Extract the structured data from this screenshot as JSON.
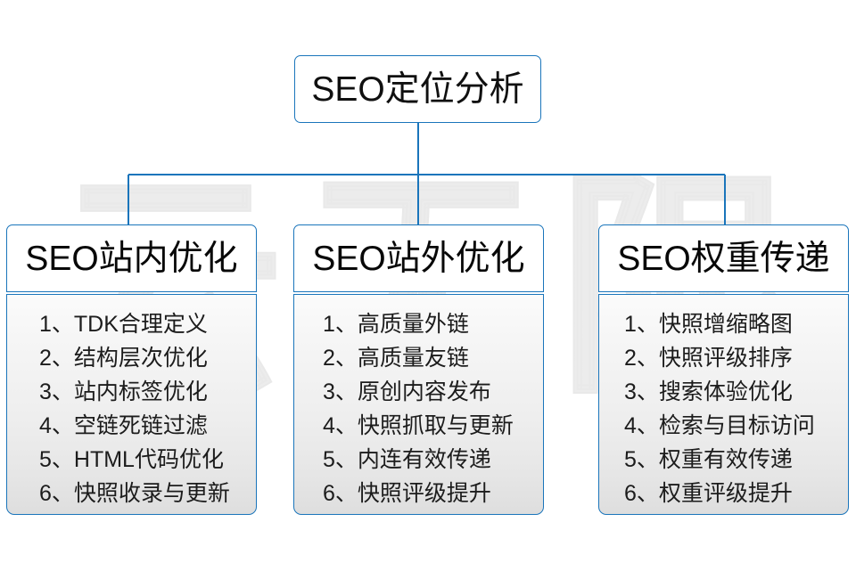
{
  "diagram": {
    "watermark_text": "云无限",
    "accent_color": "#1a75bb",
    "background_color": "#ffffff",
    "root": {
      "label": "SEO定位分析"
    },
    "branches": [
      {
        "title": "SEO站内优化",
        "items": [
          "1、TDK合理定义",
          "2、结构层次优化",
          "3、站内标签优化",
          "4、空链死链过滤",
          "5、HTML代码优化",
          "6、快照收录与更新"
        ]
      },
      {
        "title": "SEO站外优化",
        "items": [
          "1、高质量外链",
          "2、高质量友链",
          "3、原创内容发布",
          "4、快照抓取与更新",
          "5、内连有效传递",
          "6、快照评级提升"
        ]
      },
      {
        "title": "SEO权重传递",
        "items": [
          "1、快照增缩略图",
          "2、快照评级排序",
          "3、搜索体验优化",
          "4、检索与目标访问",
          "5、权重有效传递",
          "6、权重评级提升"
        ]
      }
    ]
  }
}
